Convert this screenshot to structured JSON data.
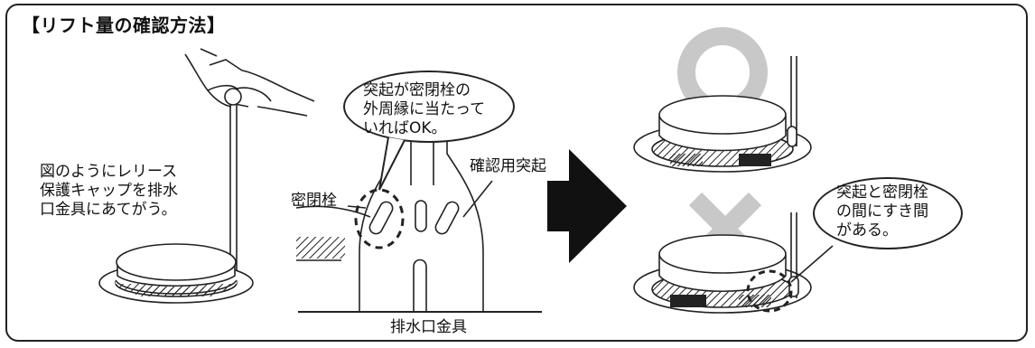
{
  "title": "【リフト量の確認方法】",
  "step1_instruction": "図のようにレリース\n保護キャップを排水\n口金具にあてがう。",
  "callout_ok": "突起が密閉栓の\n外周縁に当たって\nいればOK。",
  "label_confirm_protrusion": "確認用突起",
  "label_seal_plug": "密閉栓",
  "label_drain_fitting": "排水口金具",
  "callout_gap": "突起と密閉栓\nの間にすき間\nがある。",
  "symbols": {
    "ok": "circle-ok-icon",
    "ng": "cross-ng-icon",
    "next": "right-arrow-icon"
  },
  "colors": {
    "ink": "#222222",
    "symbol_gray": "#c8c8c8",
    "background": "#ffffff"
  }
}
